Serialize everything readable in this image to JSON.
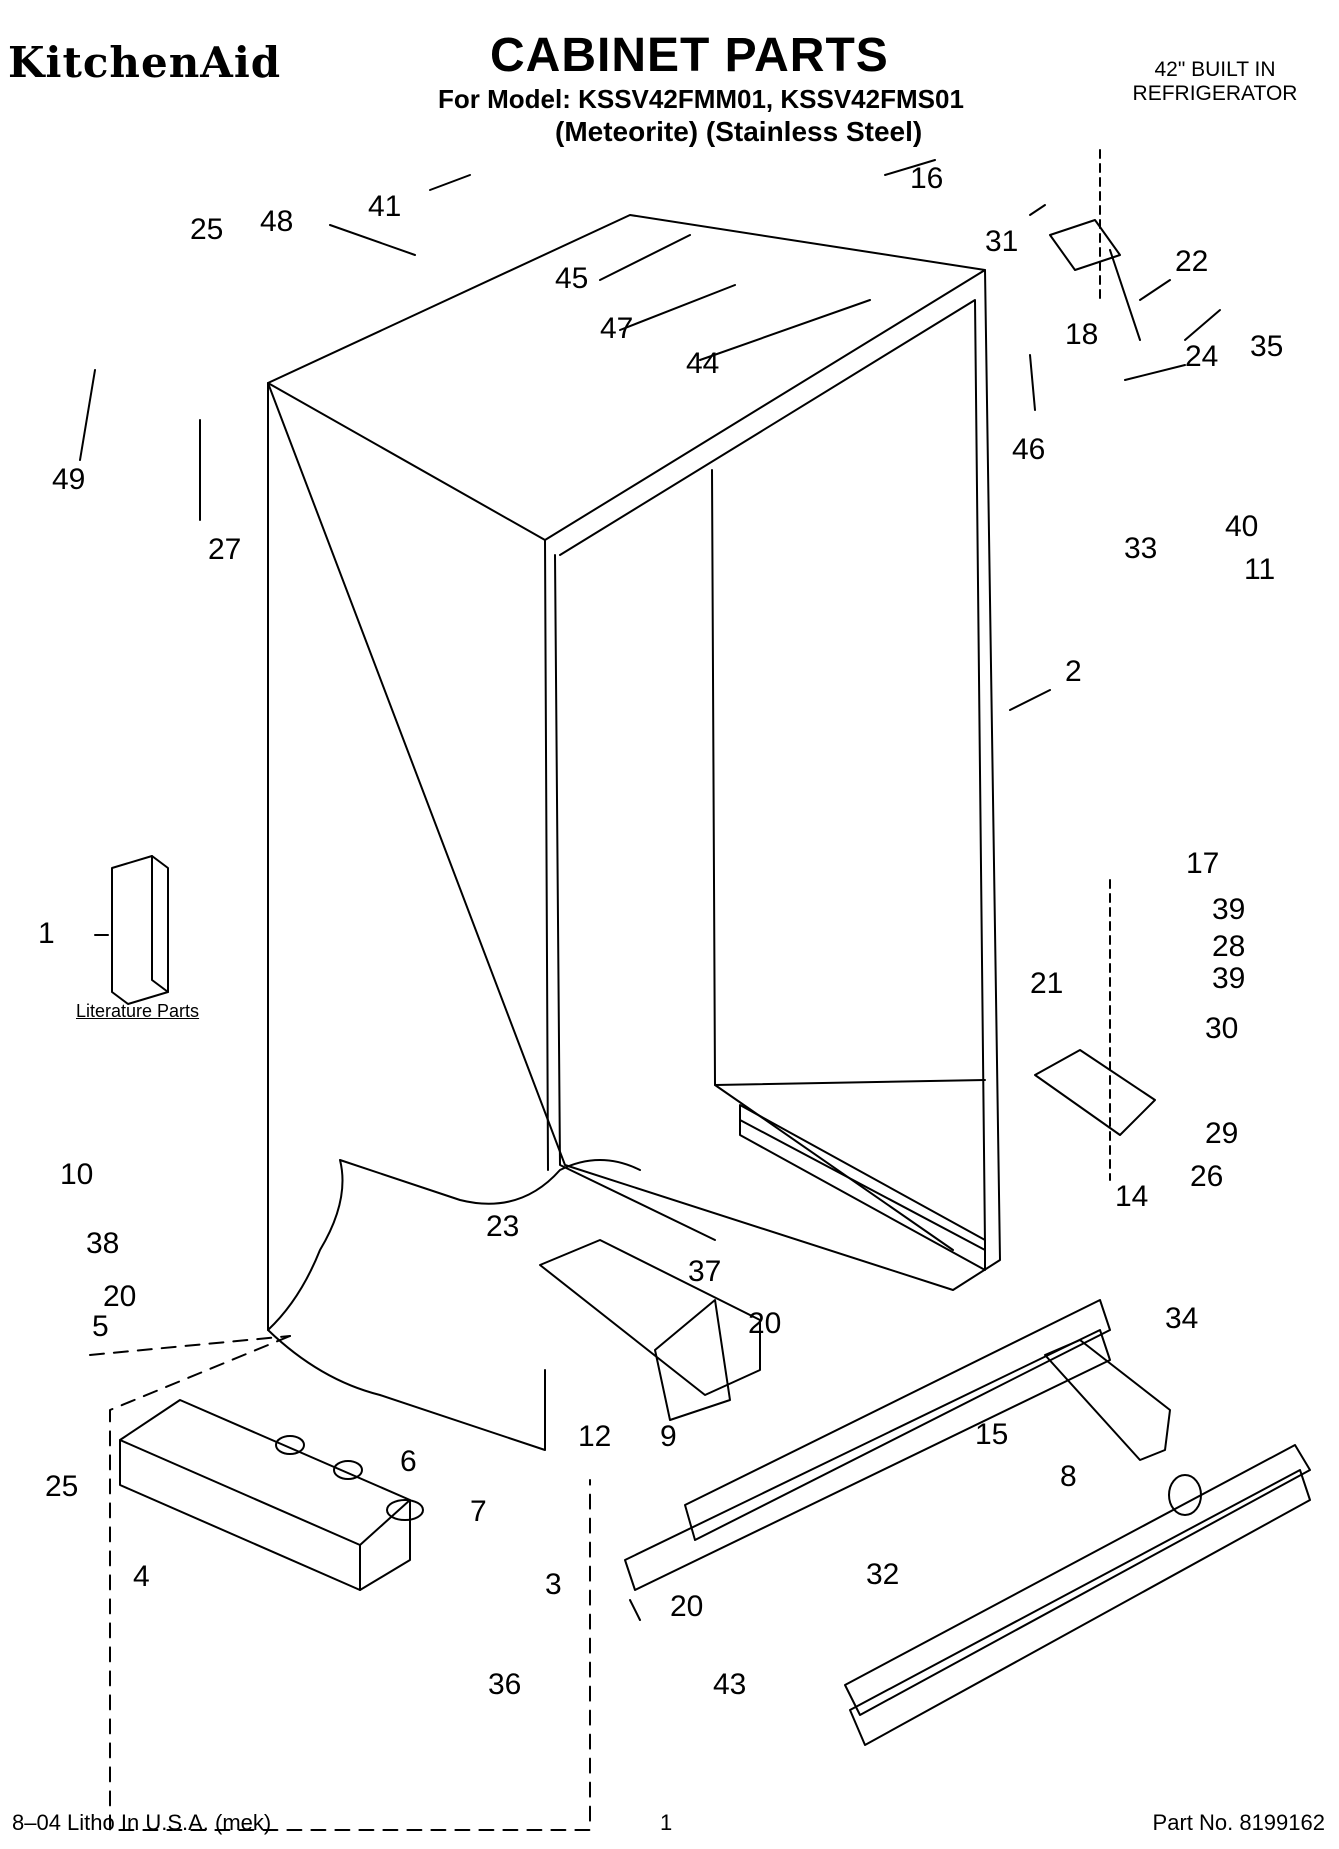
{
  "header": {
    "brand": "KitchenAid",
    "title": "CABINET PARTS",
    "models": "For Model: KSSV42FMM01, KSSV42FMS01",
    "variants": "(Meteorite) (Stainless Steel)",
    "unit_line1": "42\" BUILT IN",
    "unit_line2": "REFRIGERATOR"
  },
  "literature_label": "Literature Parts",
  "callouts": [
    "1",
    "2",
    "3",
    "4",
    "5",
    "6",
    "7",
    "8",
    "9",
    "10",
    "11",
    "12",
    "14",
    "15",
    "16",
    "17",
    "18",
    "20",
    "20",
    "20",
    "21",
    "22",
    "23",
    "24",
    "25",
    "25",
    "26",
    "27",
    "28",
    "29",
    "30",
    "31",
    "32",
    "33",
    "34",
    "35",
    "36",
    "37",
    "38",
    "39",
    "39",
    "40",
    "41",
    "43",
    "44",
    "45",
    "46",
    "47",
    "48",
    "49"
  ],
  "footer": {
    "left": "8–04 Litho In U.S.A. (mek)",
    "page": "1",
    "right": "Part No. 8199162"
  },
  "colors": {
    "line": "#000000",
    "background": "#ffffff"
  }
}
